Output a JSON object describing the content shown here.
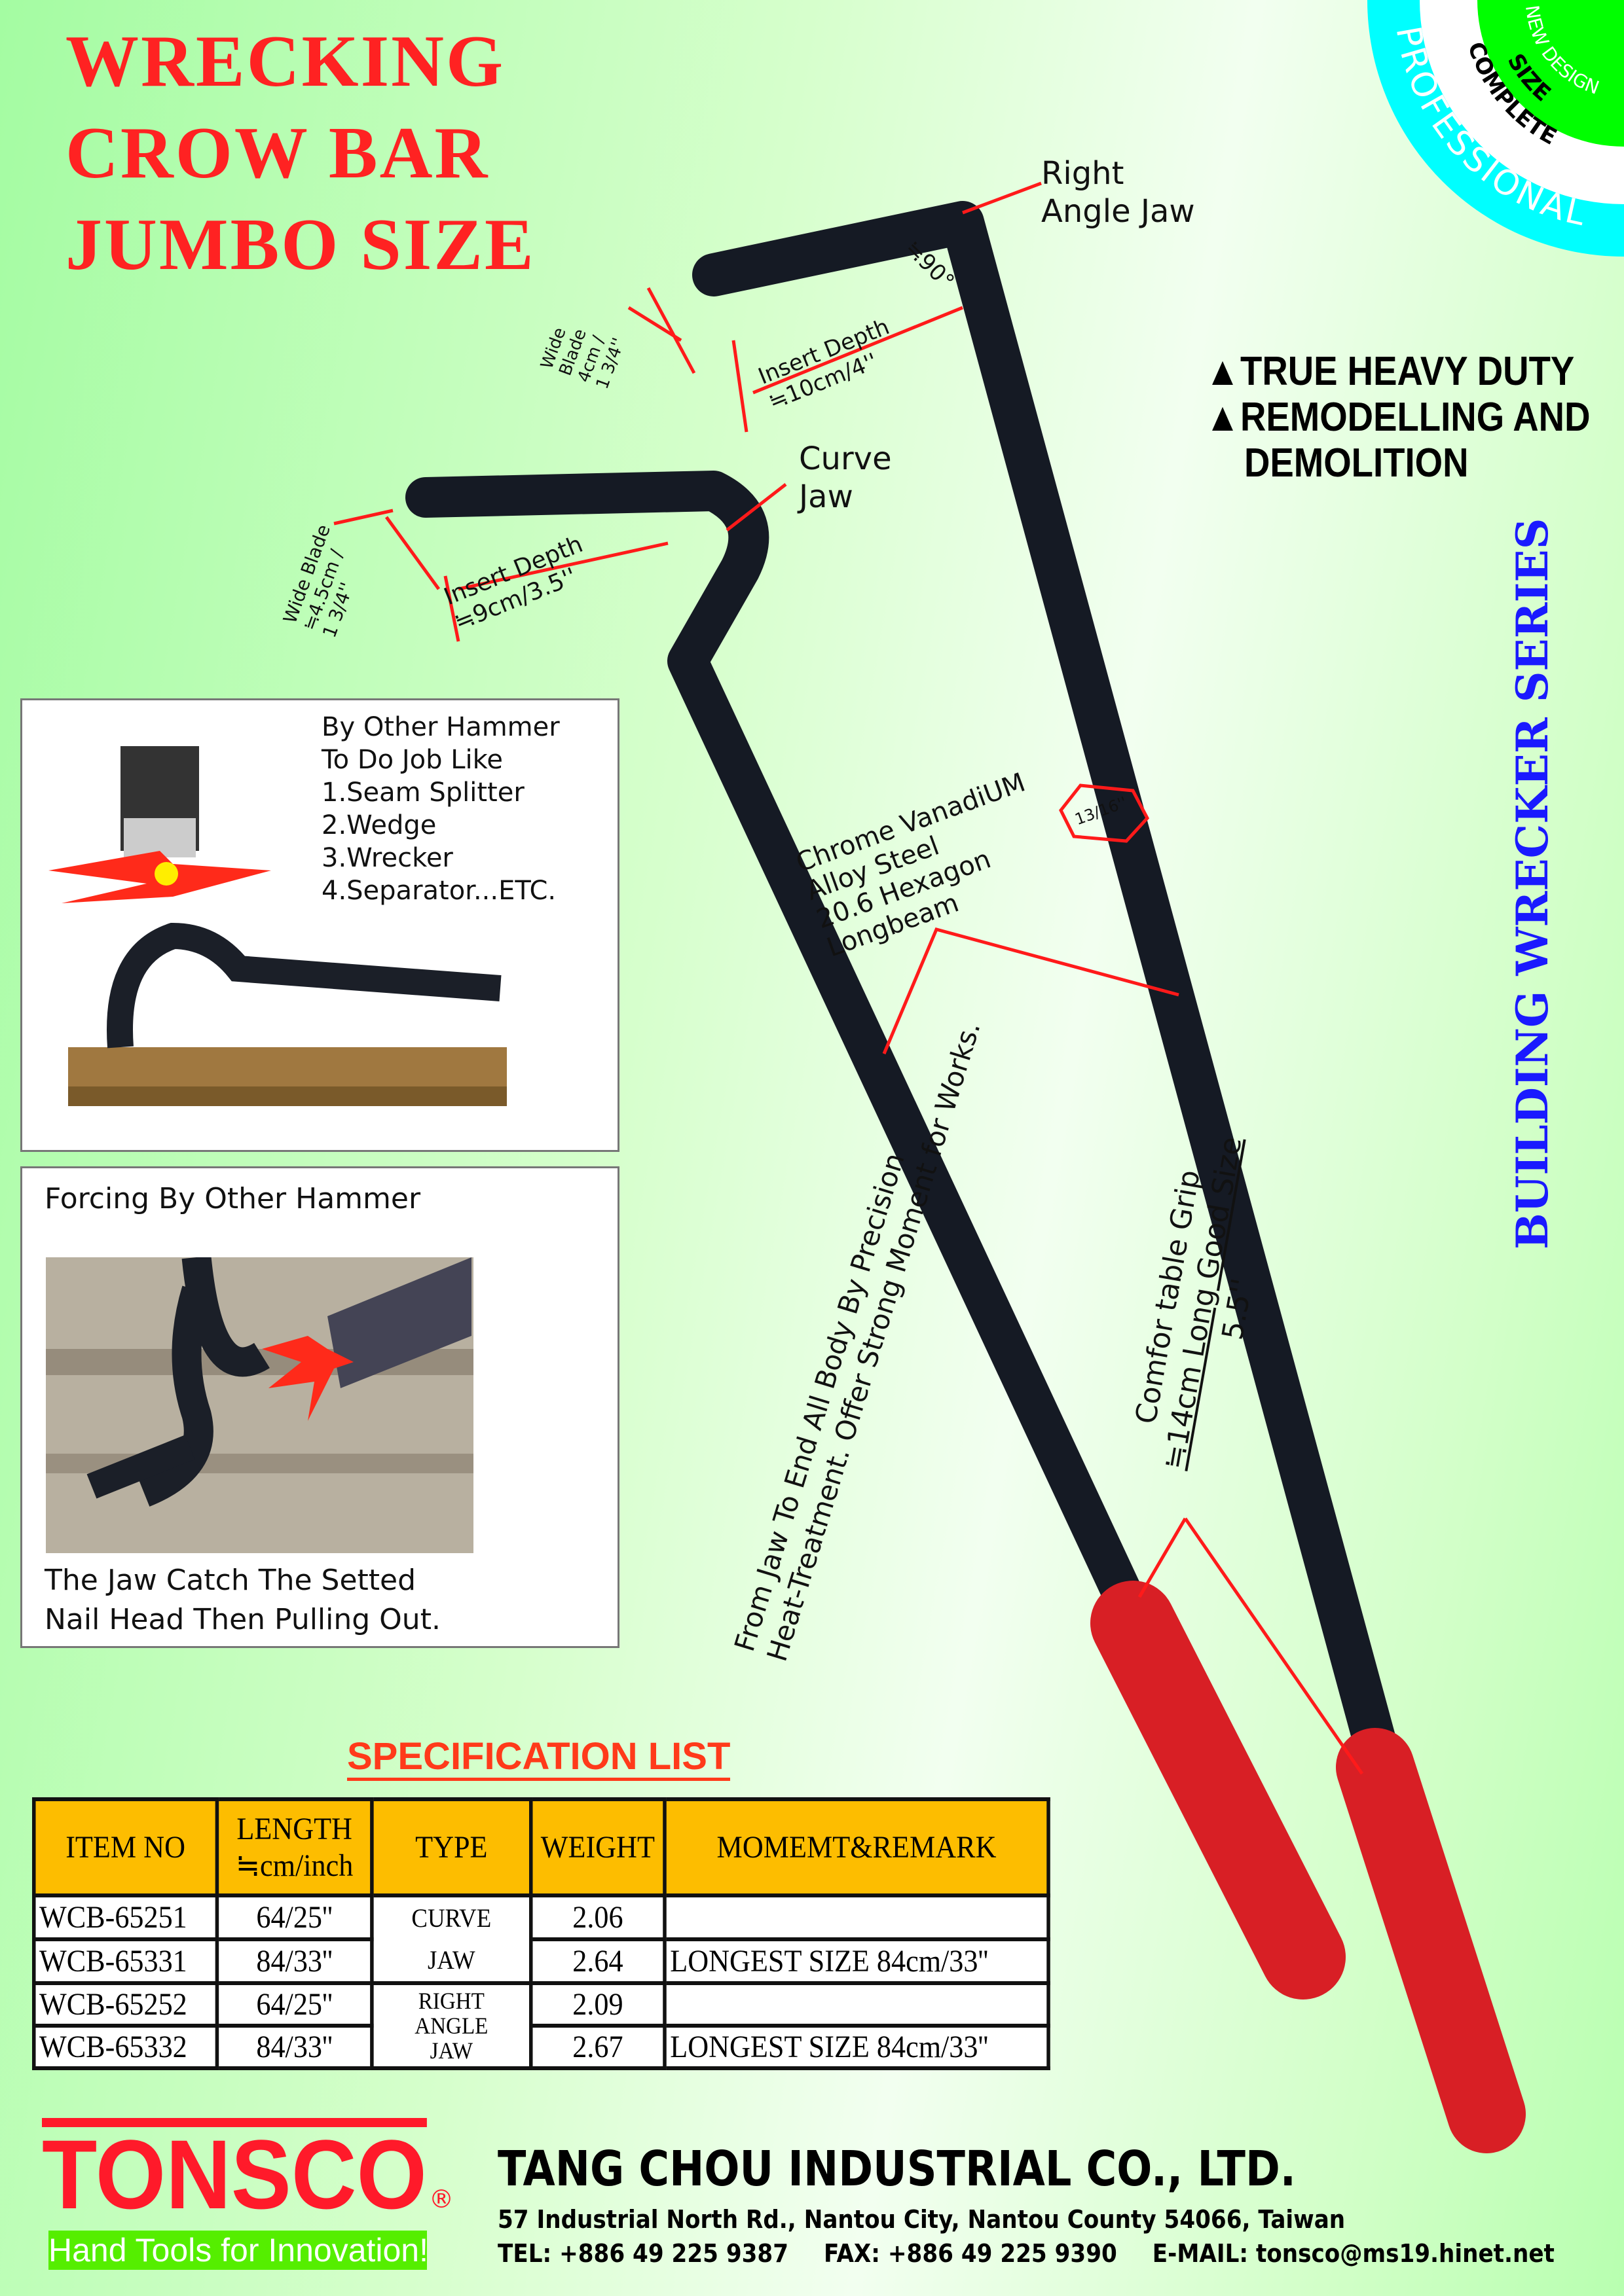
{
  "title": {
    "line1": "WRECKING",
    "line2": "CROW BAR",
    "line3": "JUMBO SIZE"
  },
  "badge": {
    "outer": "PROFESSIONAL",
    "middle1": "COMPLETE",
    "middle2": "SIZE",
    "inner": "NEW DESIGN"
  },
  "callouts": {
    "right_angle_jaw_1": "Right",
    "right_angle_jaw_2": "Angle Jaw",
    "curve_jaw_1": "Curve",
    "curve_jaw_2": "Jaw",
    "angle": "≒90°",
    "ra_insert_1": "Insert Depth",
    "ra_insert_2": "≒10cm/4''",
    "ra_blade_1": "Wide",
    "ra_blade_2": "Blade",
    "ra_blade_3": "4cm /",
    "ra_blade_4": "1 3/4''",
    "cj_insert_1": "Insert Depth",
    "cj_insert_2": "≒9cm/3.5''",
    "cj_blade_1": "Wide Blade",
    "cj_blade_2": "≒4.5cm /",
    "cj_blade_3": "1 3/4''",
    "material_1": "Chrome VanadiUM",
    "material_2": "Alloy Steel",
    "material_3": "20.6 Hexagon",
    "material_4": "Longbeam",
    "hex_size": "13/16''",
    "body_1": "From Jaw To End All Body By Precision",
    "body_2": "Heat-Treatment. Offer Strong Moment for Works.",
    "grip_1": "Comfor table Grip",
    "grip_2": "≒14cm Long Good Size",
    "grip_3": "5.5''"
  },
  "features": [
    "▲TRUE HEAVY DUTY",
    "▲REMODELLING AND",
    "DEMOLITION"
  ],
  "series": "BUILDING WRECKER SERIES",
  "box1": {
    "lines": [
      "By Other Hammer",
      "To Do Job Like",
      "1.Seam Splitter",
      "2.Wedge",
      "3.Wrecker",
      "4.Separator...ETC."
    ]
  },
  "box2": {
    "heading": "Forcing By Other Hammer",
    "caption1": "The Jaw Catch The Setted",
    "caption2": "Nail Head Then Pulling Out."
  },
  "spec": {
    "title": "SPECIFICATION LIST",
    "headers": {
      "item": "ITEM NO",
      "length1": "LENGTH",
      "length2": "≒cm/inch",
      "type": "TYPE",
      "weight": "WEIGHT",
      "remark": "MOMEMT&REMARK"
    },
    "type_curve1": "CURVE",
    "type_curve2": "JAW",
    "type_ra1": "RIGHT",
    "type_ra2": "ANGLE",
    "type_ra3": "JAW",
    "rows": [
      {
        "item": "WCB-65251",
        "length": "64/25''",
        "weight": "2.06",
        "remark": ""
      },
      {
        "item": "WCB-65331",
        "length": "84/33''",
        "weight": "2.64",
        "remark": "LONGEST SIZE 84cm/33''"
      },
      {
        "item": "WCB-65252",
        "length": "64/25''",
        "weight": "2.09",
        "remark": ""
      },
      {
        "item": "WCB-65332",
        "length": "84/33''",
        "weight": "2.67",
        "remark": "LONGEST SIZE 84cm/33''"
      }
    ]
  },
  "footer": {
    "logo": "TONSCO",
    "registered": "®",
    "slogan": "Hand Tools for Innovation!",
    "company": "TANG CHOU INDUSTRIAL CO., LTD.",
    "address": "57  Industrial North Rd., Nantou City, Nantou County 54066, Taiwan",
    "tel": "TEL: +886 49 225 9387",
    "fax": "FAX: +886 49 225 9390",
    "email": "E-MAIL: tonsco@ms19.hinet.net"
  },
  "colors": {
    "title": "#ff2222",
    "table_header": "#fdbd00",
    "series": "#1a1aff",
    "badge_cyan": "#00ffff",
    "badge_green": "#00ff00",
    "handle": "#d81f25"
  }
}
